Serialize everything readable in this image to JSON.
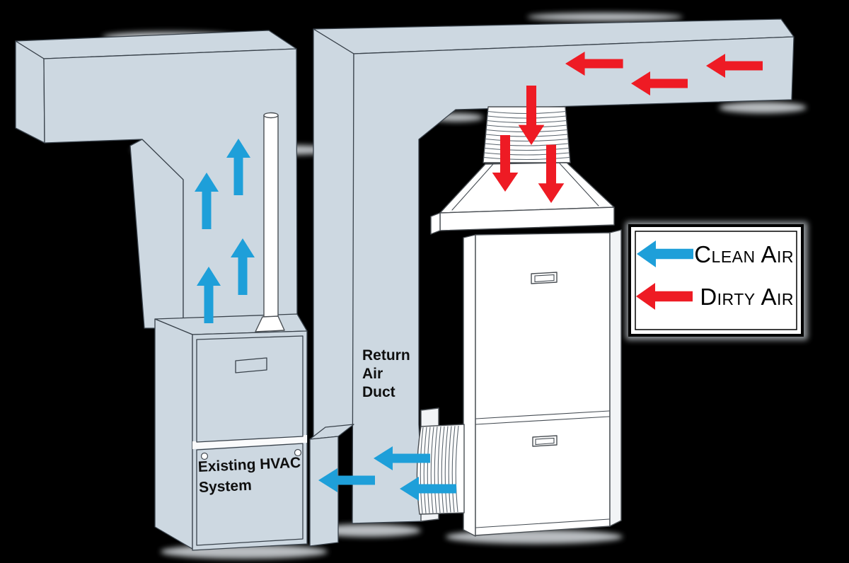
{
  "diagram": {
    "type": "hvac-air-cleaner-airflow",
    "labels": {
      "return_air_duct": [
        "Return",
        "Air",
        "Duct"
      ],
      "existing_hvac": [
        "Existing HVAC",
        "System"
      ]
    },
    "legend": {
      "clean_air_label": "Clean Air",
      "dirty_air_label": "Dirty Air"
    },
    "colors": {
      "clean_air": "#1e9fd9",
      "dirty_air": "#ee1b24",
      "duct": "#cdd8e1",
      "duct_outline": "#39424b",
      "cabinet": "#ffffff",
      "background": "#000000"
    },
    "airflow_arrows": {
      "dirty_air": {
        "return_duct_leftward": 3,
        "down_into_air_cleaner": 3
      },
      "clean_air": {
        "up_supply_plenum": 4,
        "leftward_into_hvac": 3
      }
    }
  }
}
